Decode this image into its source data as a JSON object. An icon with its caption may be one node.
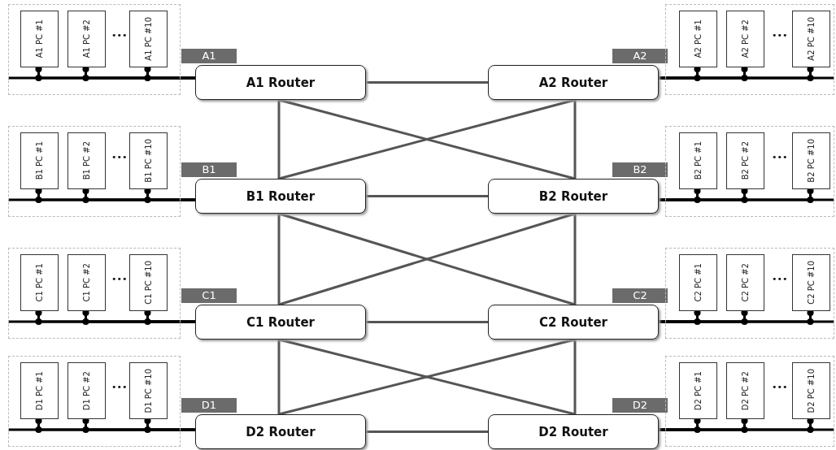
{
  "diagram": {
    "nodes": [
      {
        "text": [],
        "shape": "box"
      },
      {
        "text": [
          "A1 PC #1"
        ],
        "in": 0
      },
      {
        "text": [
          "A1 PC #2"
        ],
        "in": 0
      },
      {
        "text": [
          "A1 PC #10"
        ],
        "in": 0
      },
      {
        "text": [
          "A1 Router"
        ],
        "beside": [
          "A1"
        ]
      },
      {
        "text": [
          "A2 Router"
        ],
        "beside": [
          "A2"
        ]
      },
      {
        "text": [],
        "shape": "box"
      },
      {
        "text": [
          "A2 PC #1"
        ],
        "in": 6
      },
      {
        "text": [
          "A2 PC #2"
        ],
        "in": 6
      },
      {
        "text": [
          "A2 PC #10"
        ],
        "in": 6
      },
      {
        "text": [],
        "shape": "box"
      },
      {
        "text": [
          "B1 PC #1"
        ],
        "in": 10
      },
      {
        "text": [
          "B1 PC #2"
        ],
        "in": 10
      },
      {
        "text": [
          "B1 PC #10"
        ],
        "in": 10
      },
      {
        "text": [
          "B1 Router"
        ],
        "beside": [
          "B1"
        ]
      },
      {
        "text": [
          "B2 Router"
        ],
        "beside": [
          "B2"
        ]
      },
      {
        "text": [],
        "shape": "box"
      },
      {
        "text": [
          "B2 PC #1"
        ],
        "in": 16
      },
      {
        "text": [
          "B2 PC #2"
        ],
        "in": 16
      },
      {
        "text": [
          "B2 PC #10"
        ],
        "in": 16
      },
      {
        "text": [],
        "shape": "box"
      },
      {
        "text": [
          "C1 PC #1"
        ],
        "in": 20
      },
      {
        "text": [
          "C1 PC #2"
        ],
        "in": 20
      },
      {
        "text": [
          "C1 PC #10"
        ],
        "in": 20
      },
      {
        "text": [
          "C1 Router"
        ],
        "beside": [
          "C1"
        ]
      },
      {
        "text": [
          "C2 Router"
        ],
        "beside": [
          "C2"
        ]
      },
      {
        "text": [],
        "shape": "box"
      },
      {
        "text": [
          "C2 PC #1"
        ],
        "in": 26
      },
      {
        "text": [
          "C2 PC #2"
        ],
        "in": 26
      },
      {
        "text": [
          "C2 PC #10"
        ],
        "in": 26
      },
      {
        "text": [],
        "shape": "box"
      },
      {
        "text": [
          "D1 PC #1"
        ],
        "in": 30
      },
      {
        "text": [
          "D1 PC #2"
        ],
        "in": 30
      },
      {
        "text": [
          "D1 PC #10"
        ],
        "in": 30
      },
      {
        "text": [
          "D2 Router"
        ],
        "beside": [
          "D1"
        ]
      },
      {
        "text": [
          "D2 Router"
        ],
        "beside": [
          "D2"
        ]
      },
      {
        "text": [],
        "shape": "box"
      },
      {
        "text": [
          "D2 PC #1"
        ],
        "in": 36
      },
      {
        "text": [
          "D2 PC #2"
        ],
        "in": 36
      },
      {
        "text": [
          "D2 PC #10"
        ],
        "in": 36
      }
    ],
    "edges": [
      {
        "from": 4,
        "to": 5,
        "arrow": "none",
        "color": "#555555"
      },
      {
        "from": 14,
        "to": 15,
        "arrow": "none",
        "color": "#555555"
      },
      {
        "from": 24,
        "to": 25,
        "arrow": "none",
        "color": "#555555"
      },
      {
        "from": 34,
        "to": 35,
        "arrow": "none",
        "color": "#555555"
      },
      {
        "from": 4,
        "to": 14,
        "arrow": "none",
        "color": "#555555"
      },
      {
        "from": 14,
        "to": 24,
        "arrow": "none",
        "color": "#555555"
      },
      {
        "from": 24,
        "to": 34,
        "arrow": "none",
        "color": "#555555"
      },
      {
        "from": 5,
        "to": 15,
        "arrow": "none",
        "color": "#555555"
      },
      {
        "from": 15,
        "to": 25,
        "arrow": "none",
        "color": "#555555"
      },
      {
        "from": 25,
        "to": 35,
        "arrow": "none",
        "color": "#555555"
      },
      {
        "from": 4,
        "to": 15,
        "arrow": "none",
        "color": "#555555"
      },
      {
        "from": 5,
        "to": 14,
        "arrow": "none",
        "color": "#555555"
      },
      {
        "from": 14,
        "to": 25,
        "arrow": "none",
        "color": "#555555"
      },
      {
        "from": 15,
        "to": 24,
        "arrow": "none",
        "color": "#555555"
      },
      {
        "from": 24,
        "to": 35,
        "arrow": "none",
        "color": "#555555"
      },
      {
        "from": 25,
        "to": 34,
        "arrow": "none",
        "color": "#555555"
      },
      {
        "from": 4,
        "to": 1,
        "arrow": "other"
      },
      {
        "from": 4,
        "to": 2,
        "arrow": "other"
      },
      {
        "from": 4,
        "to": 3,
        "arrow": "other"
      },
      {
        "from": 5,
        "to": 7,
        "arrow": "other"
      },
      {
        "from": 5,
        "to": 8,
        "arrow": "other"
      },
      {
        "from": 5,
        "to": 9,
        "arrow": "other"
      },
      {
        "from": 14,
        "to": 11,
        "arrow": "other"
      },
      {
        "from": 14,
        "to": 12,
        "arrow": "other"
      },
      {
        "from": 14,
        "to": 13,
        "arrow": "other"
      },
      {
        "from": 15,
        "to": 17,
        "arrow": "other"
      },
      {
        "from": 15,
        "to": 18,
        "arrow": "other"
      },
      {
        "from": 15,
        "to": 19,
        "arrow": "other"
      },
      {
        "from": 24,
        "to": 21,
        "arrow": "other"
      },
      {
        "from": 24,
        "to": 22,
        "arrow": "other"
      },
      {
        "from": 24,
        "to": 23,
        "arrow": "other"
      },
      {
        "from": 25,
        "to": 27,
        "arrow": "other"
      },
      {
        "from": 25,
        "to": 28,
        "arrow": "other"
      },
      {
        "from": 25,
        "to": 29,
        "arrow": "other"
      },
      {
        "from": 34,
        "to": 31,
        "arrow": "other"
      },
      {
        "from": 34,
        "to": 32,
        "arrow": "other"
      },
      {
        "from": 34,
        "to": 33,
        "arrow": "other"
      },
      {
        "from": 35,
        "to": 37,
        "arrow": "other"
      },
      {
        "from": 35,
        "to": 38,
        "arrow": "other"
      },
      {
        "from": 35,
        "to": 39,
        "arrow": "other"
      },
      {
        "from": 4,
        "to": 0,
        "arrow": "none"
      },
      {
        "from": 5,
        "to": 6,
        "arrow": "none"
      },
      {
        "from": 14,
        "to": 10,
        "arrow": "none"
      },
      {
        "from": 15,
        "to": 16,
        "arrow": "none"
      },
      {
        "from": 24,
        "to": 20,
        "arrow": "none"
      },
      {
        "from": 25,
        "to": 26,
        "arrow": "none"
      },
      {
        "from": 34,
        "to": 30,
        "arrow": "none"
      },
      {
        "from": 35,
        "to": 36,
        "arrow": "none"
      }
    ],
    "labels": [
      "•••",
      "•••",
      "•••",
      "•••",
      "•••",
      "•••",
      "•••",
      "•••"
    ]
  }
}
